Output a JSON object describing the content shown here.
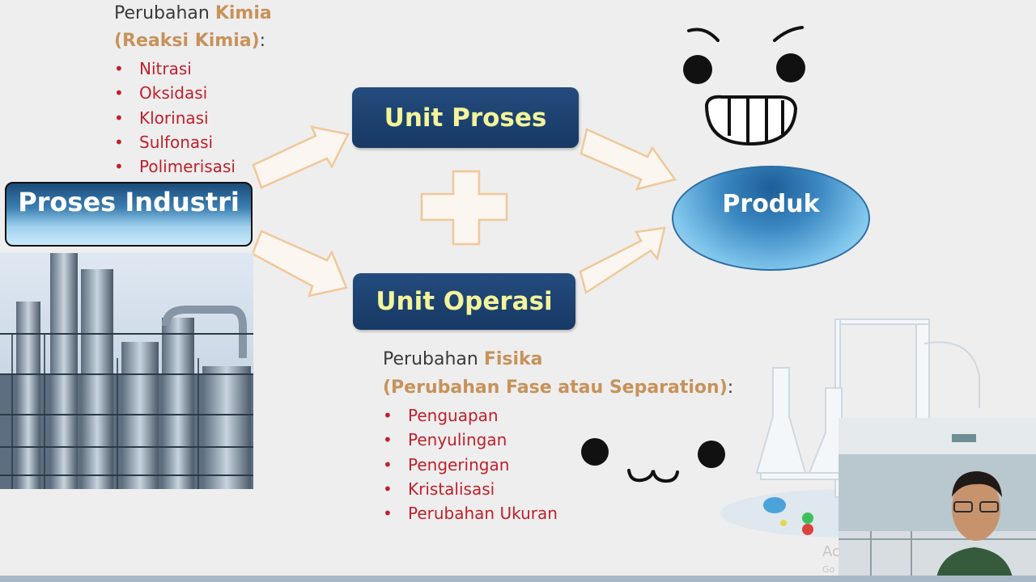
{
  "chemistry": {
    "heading_prefix": "Perubahan ",
    "heading_accent": "Kimia",
    "subheading_accent": "(Reaksi Kimia)",
    "subheading_suffix": ":",
    "items": [
      "Nitrasi",
      "Oksidasi",
      "Klorinasi",
      "Sulfonasi",
      "Polimerisasi"
    ]
  },
  "physics": {
    "heading_prefix": "Perubahan ",
    "heading_accent": "Fisika",
    "subheading_accent": "(Perubahan Fase atau Separation)",
    "subheading_suffix": ":",
    "items": [
      "Penguapan",
      "Penyulingan",
      "Pengeringan",
      "Kristalisasi",
      "Perubahan Ukuran"
    ]
  },
  "nodes": {
    "proses_industri": "Proses Industri",
    "unit_proses": "Unit Proses",
    "unit_operasi": "Unit Operasi",
    "produk": "Produk"
  },
  "bullet_symbol": "•",
  "watermark": {
    "line1": "Ac",
    "line2": "Go"
  },
  "colors": {
    "accent": "#c8925a",
    "bullet_text": "#c0202c",
    "box_dark": "#1e4472",
    "box_text": "#f2f59a",
    "arrow_outline": "#f0c89a"
  }
}
